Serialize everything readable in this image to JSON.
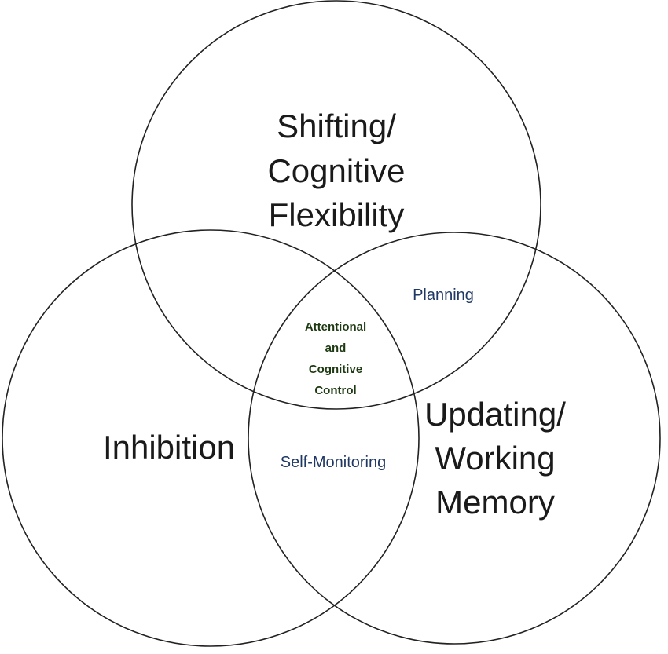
{
  "colors": {
    "outline": "#222222",
    "main_text": "#1a1a1a",
    "overlap_text": "#1f3864",
    "center_text": "#1e3a12"
  },
  "sets": {
    "shifting": {
      "line1": "Shifting/",
      "line2": "Cognitive",
      "line3": "Flexibility"
    },
    "inhibition": {
      "line1": "Inhibition"
    },
    "updating": {
      "line1": "Updating/",
      "line2": "Working",
      "line3": "Memory"
    }
  },
  "overlaps": {
    "shifting_updating": "Planning",
    "inhibition_updating": "Self-Monitoring",
    "center": {
      "line1": "Attentional",
      "line2": "and",
      "line3": "Cognitive",
      "line4": "Control"
    }
  }
}
